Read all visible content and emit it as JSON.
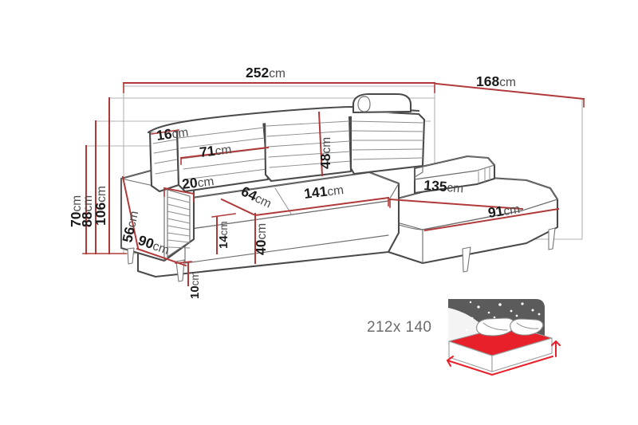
{
  "page": {
    "title": "Corner sofa bed dimension diagram",
    "background_color": "#ffffff"
  },
  "colors": {
    "dimension_line": "#b03a3a",
    "guide_line": "#9a9a9a",
    "outline": "#4a4a4a",
    "number_text": "#1b1b1b",
    "unit_text": "#4b4b4b",
    "bed_label_text": "#6b6b6b",
    "bed_mattress_red": "#e8202a",
    "bed_sky_gray": "#5b5b5b"
  },
  "dimensions": {
    "total_width": {
      "num": "252",
      "unit": "cm",
      "label": "total-width"
    },
    "total_depth": {
      "num": "168",
      "unit": "cm",
      "label": "total-depth"
    },
    "backrest_top_width": {
      "num": "16",
      "unit": "cm",
      "label": "backrest-top-cushion"
    },
    "seat_back_width": {
      "num": "71",
      "unit": "cm",
      "label": "back-cushion-width"
    },
    "backrest_height": {
      "num": "48",
      "unit": "cm",
      "label": "backrest-height"
    },
    "arm_width": {
      "num": "20",
      "unit": "cm",
      "label": "arm-width"
    },
    "seat_depth": {
      "num": "64",
      "unit": "cm",
      "label": "seat-depth"
    },
    "seat_width": {
      "num": "141",
      "unit": "cm",
      "label": "seat-width"
    },
    "chaise_length": {
      "num": "135",
      "unit": "cm",
      "label": "chaise-length"
    },
    "chaise_width": {
      "num": "91",
      "unit": "cm",
      "label": "chaise-width"
    },
    "total_height": {
      "num": "70",
      "unit": "cm",
      "label": "seat-to-floor-range"
    },
    "back_height_88": {
      "num": "88",
      "unit": "cm",
      "label": "back-height"
    },
    "back_height_106": {
      "num": "106",
      "unit": "cm",
      "label": "overall-height"
    },
    "arm_height": {
      "num": "56",
      "unit": "cm",
      "label": "arm-height"
    },
    "sofa_depth": {
      "num": "90",
      "unit": "cm",
      "label": "sofa-depth"
    },
    "seat_front_height": {
      "num": "14",
      "unit": "cm",
      "label": "seat-cushion-thickness"
    },
    "seat_height": {
      "num": "40",
      "unit": "cm",
      "label": "seat-height"
    },
    "leg_height": {
      "num": "10",
      "unit": "cm",
      "label": "leg-height"
    }
  },
  "bed_info": {
    "sleeping_area": "212x 140",
    "icon": "bed-with-night-sky-icon"
  }
}
